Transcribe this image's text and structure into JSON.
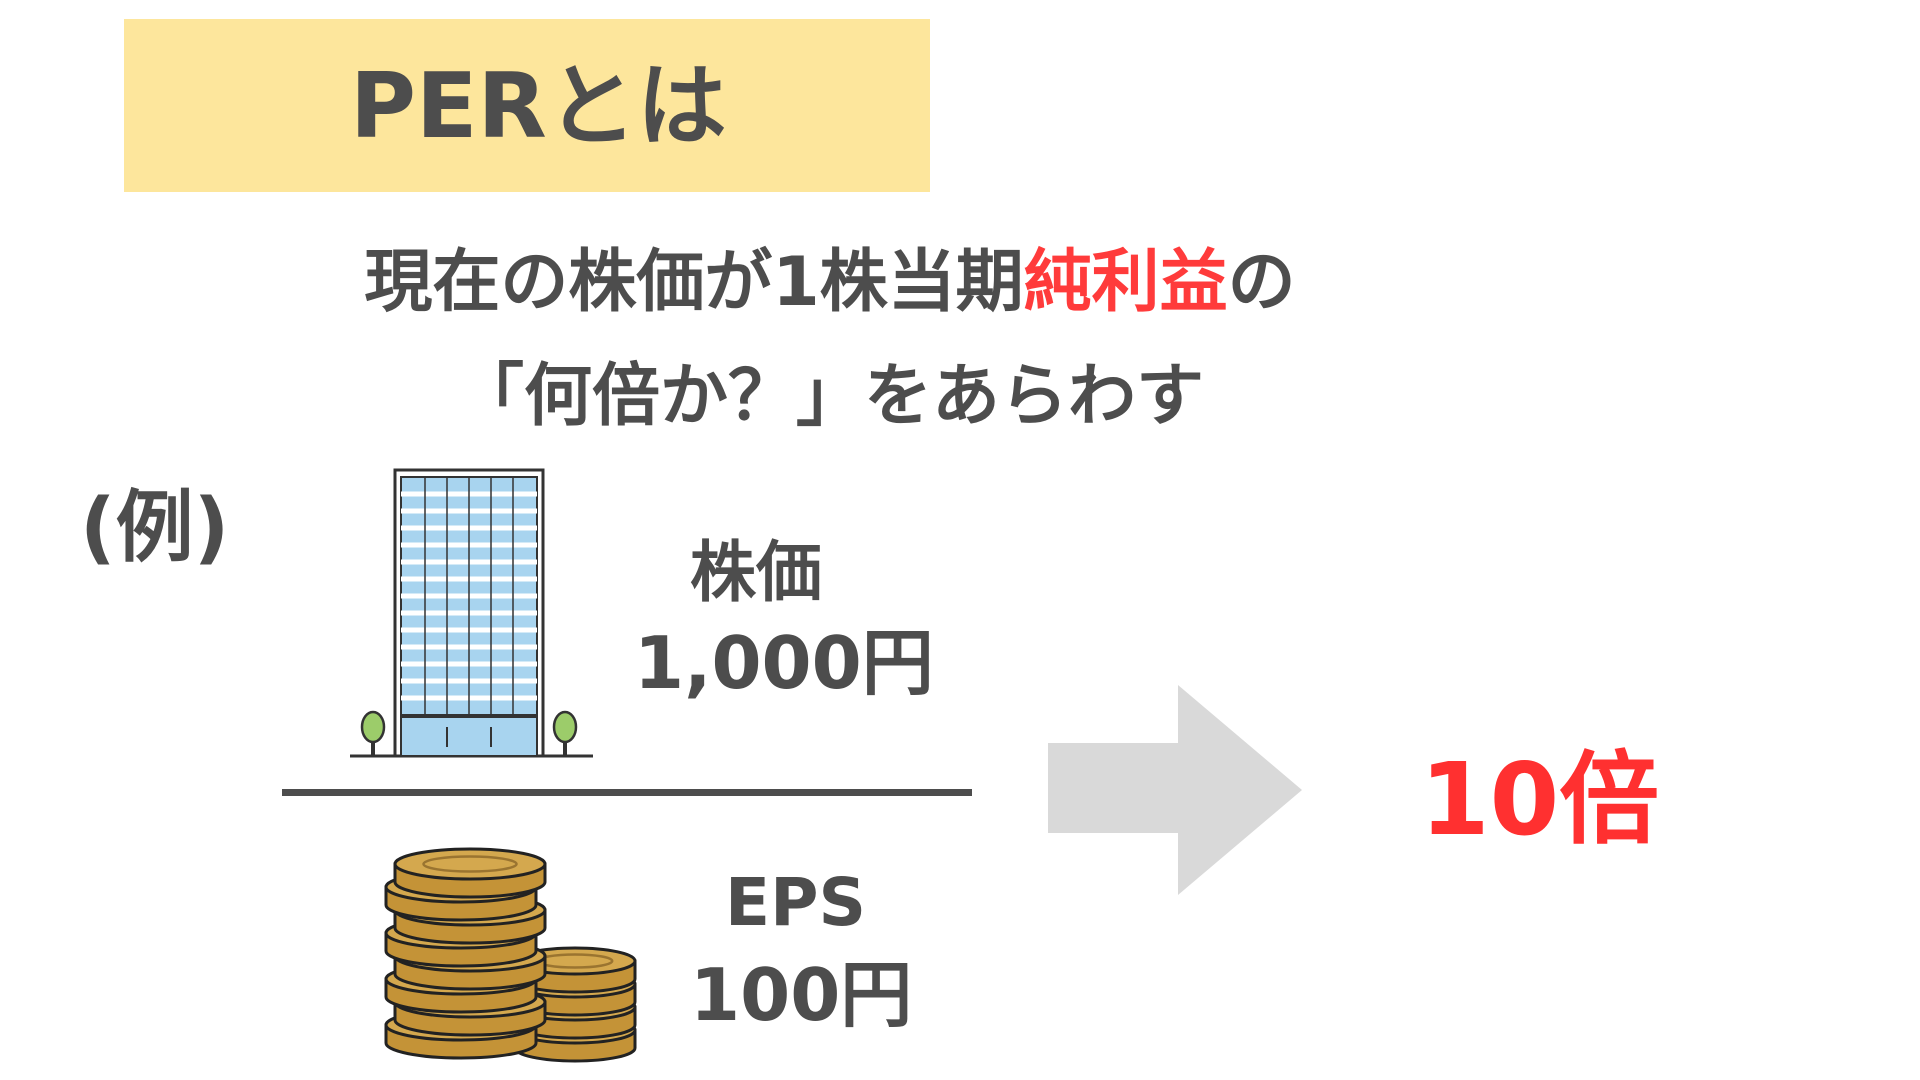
{
  "title": "PERとは",
  "description": {
    "line1_pre": "現在の株価が1株当期",
    "line1_accent": "純利益",
    "line1_post": "の",
    "line2": "「何倍か？」をあらわす"
  },
  "example_label": "(例)",
  "numerator": {
    "name": "株価",
    "value": "1,000円",
    "icon": "building-icon"
  },
  "denominator": {
    "name": "EPS",
    "value": "100円",
    "icon": "coin-stack-icon"
  },
  "arrow_icon": "arrow-right-icon",
  "result": "10倍",
  "colors": {
    "title_bg": "#fde69c",
    "text": "#4d4d4d",
    "accent": "#ff3b3b",
    "result": "#ff3030",
    "arrow": "#d9d9d9",
    "window": "#a8d4ef",
    "coin": "#d4a84e"
  }
}
